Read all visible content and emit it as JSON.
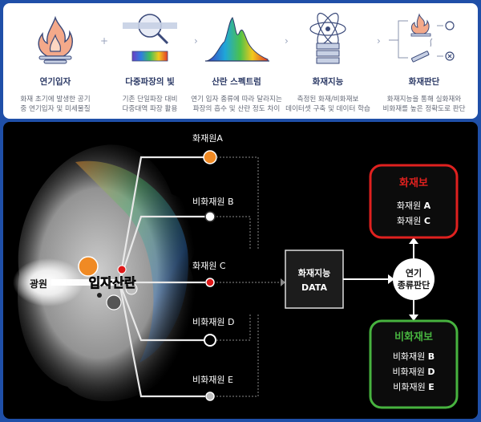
{
  "steps": [
    {
      "icon": "flame-icon",
      "title": "연기입자",
      "desc": [
        "화재 초기에 발생한 공기",
        "중 연기입자 및 미세물질"
      ]
    },
    {
      "icon": "magnifier-spectrum-icon",
      "title": "다중파장의 빛",
      "desc": [
        "기존 단일파장 대비",
        "다중대역 파장 활용"
      ]
    },
    {
      "icon": "spectrum-graph-icon",
      "title": "산란 스펙트럼",
      "desc": [
        "연기 입자 종류에 따라 달라지는",
        "파장의 흡수 및 산란 정도 차이"
      ]
    },
    {
      "icon": "server-atom-icon",
      "title": "화재지능",
      "desc": [
        "측정된 화재/비화재보",
        "데이터셋 구축 및 데이터 학습"
      ]
    },
    {
      "icon": "fire-judgement-icon",
      "title": "화재판단",
      "desc": [
        "화재지능을 통해 실화재와",
        "비화재를 높은 정확도로 판단"
      ]
    }
  ],
  "separators": [
    "+",
    "›",
    "›",
    "›"
  ],
  "diagram": {
    "light_source": "광원",
    "particle_scatter": "입자산란",
    "sources": [
      {
        "label": "화재원A",
        "dot_color": "#f08a24"
      },
      {
        "label": "비화재원 B",
        "dot_color": "#ffffff"
      },
      {
        "label": "화재원 C",
        "dot_color": "#e01818"
      },
      {
        "label": "비화재원 D",
        "dot_color": "#ffffff"
      },
      {
        "label": "비화재원 E",
        "dot_color": "#bfbfbf"
      }
    ],
    "ai_box": {
      "line1": "화재지능",
      "line2": "DATA"
    },
    "classifier": {
      "line1": "연기",
      "line2": "종류판단"
    },
    "fire_alarm": {
      "title": "화재보",
      "items": [
        {
          "prefix": "화재원 ",
          "key": "A"
        },
        {
          "prefix": "화재원 ",
          "key": "C"
        }
      ],
      "color": "#e0211f"
    },
    "nonfire_alarm": {
      "title": "비화재보",
      "items": [
        {
          "prefix": "비화재원 ",
          "key": "B"
        },
        {
          "prefix": "비화재원 ",
          "key": "D"
        },
        {
          "prefix": "비화재원 ",
          "key": "E"
        }
      ],
      "color": "#47b33f"
    }
  }
}
